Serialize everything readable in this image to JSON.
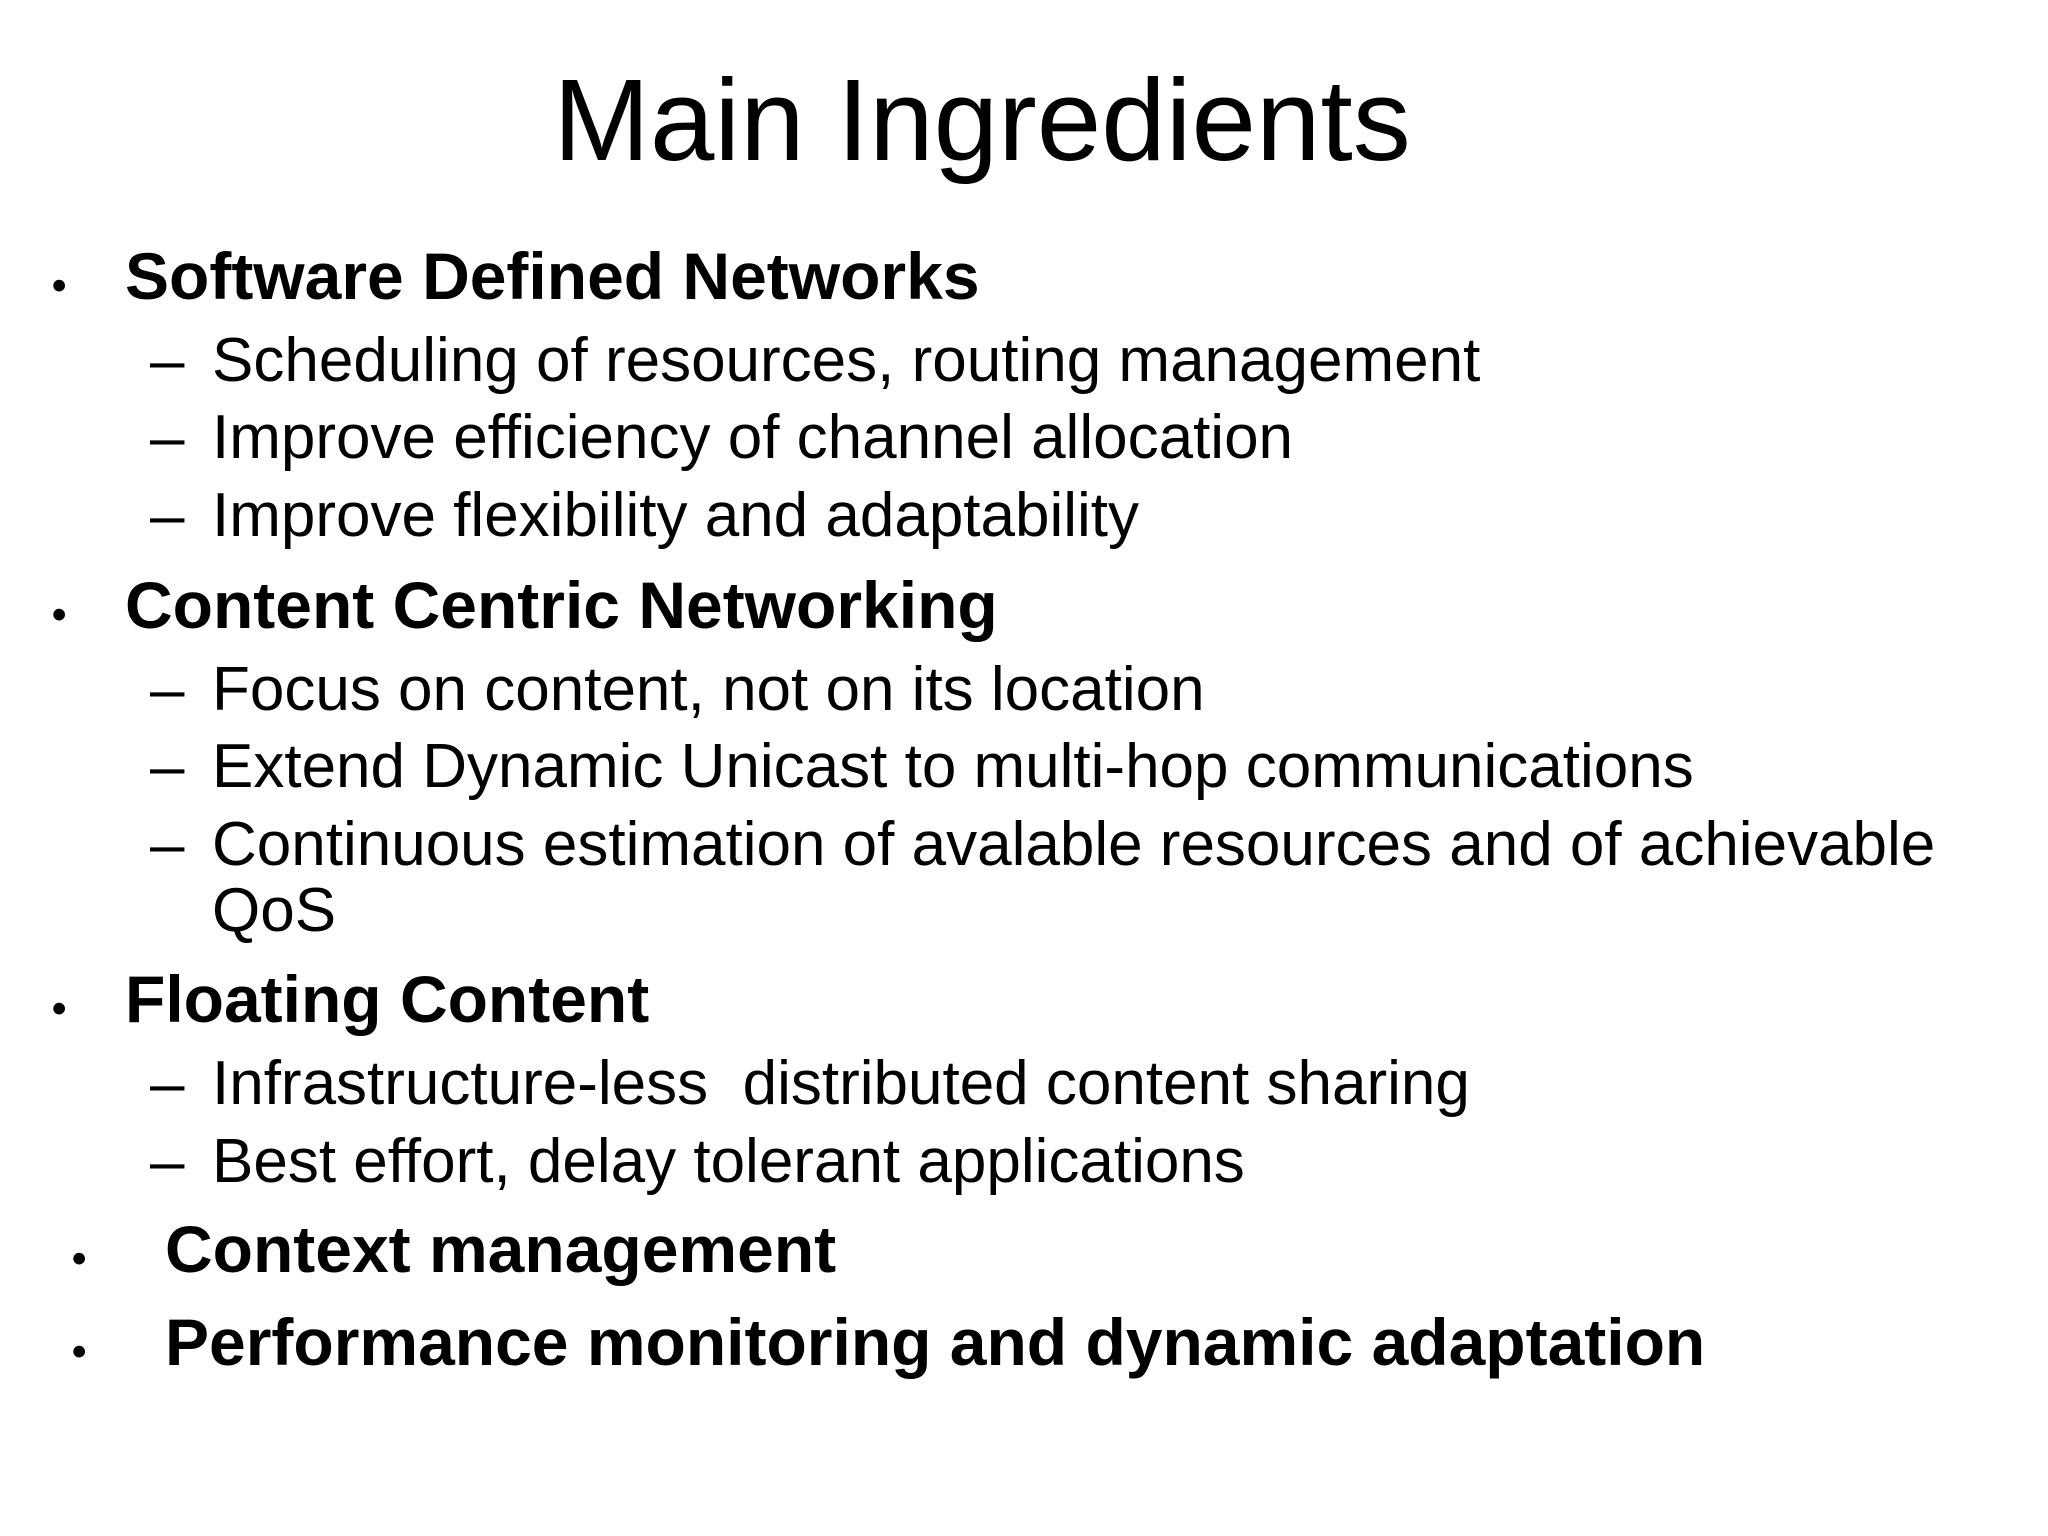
{
  "slide": {
    "title": "Main Ingredients",
    "markers": {
      "level1": "•",
      "level2": "–"
    },
    "colors": {
      "background": "#ffffff",
      "text": "#000000"
    },
    "sections": [
      {
        "heading": "Software Defined Networks",
        "indented": false,
        "items": [
          "Scheduling of resources, routing management",
          "Improve efficiency of channel allocation",
          "Improve flexibility and adaptability"
        ]
      },
      {
        "heading": "Content Centric Networking",
        "indented": false,
        "items": [
          "Focus on content, not on its location",
          "Extend Dynamic Unicast to multi-hop communications",
          "Continuous estimation of avalable resources and of achievable QoS"
        ]
      },
      {
        "heading": "Floating Content",
        "indented": false,
        "items": [
          "Infrastructure-less  distributed content sharing",
          "Best effort, delay tolerant applications"
        ]
      },
      {
        "heading": "Context management",
        "indented": true,
        "items": []
      },
      {
        "heading": "Performance monitoring and dynamic adaptation",
        "indented": true,
        "items": []
      }
    ]
  }
}
